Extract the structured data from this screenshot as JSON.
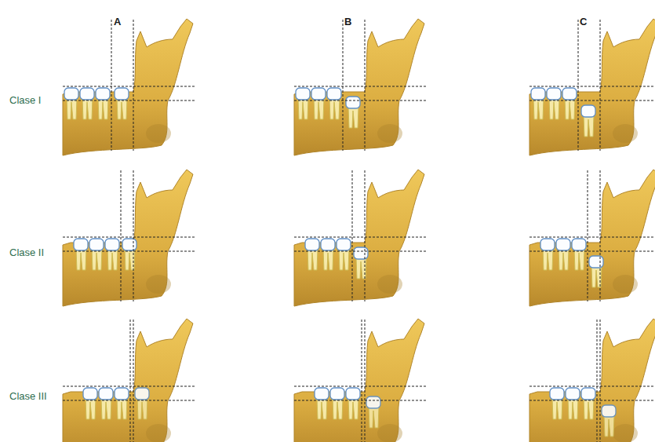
{
  "diagram": {
    "labels": [
      "A",
      "B",
      "C",
      "Clase I",
      "Clase II",
      "Clase III"
    ]
  }
}
